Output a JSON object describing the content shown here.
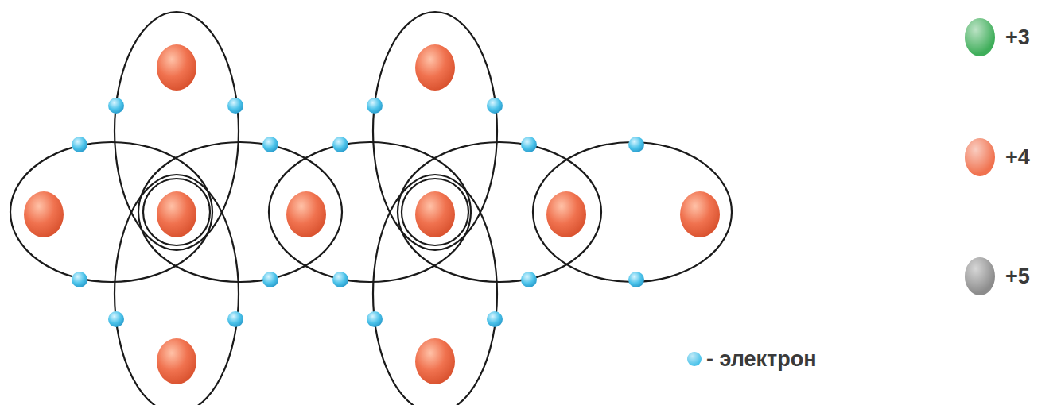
{
  "diagram": {
    "legend": [
      {
        "text": "+3",
        "color": "#3fae5a"
      },
      {
        "text": "+4",
        "color": "#f0724f"
      },
      {
        "text": "+5",
        "color": "#8c8c8c"
      },
      {
        "text": "- электрон",
        "color": "#4cc3ea"
      }
    ]
  }
}
